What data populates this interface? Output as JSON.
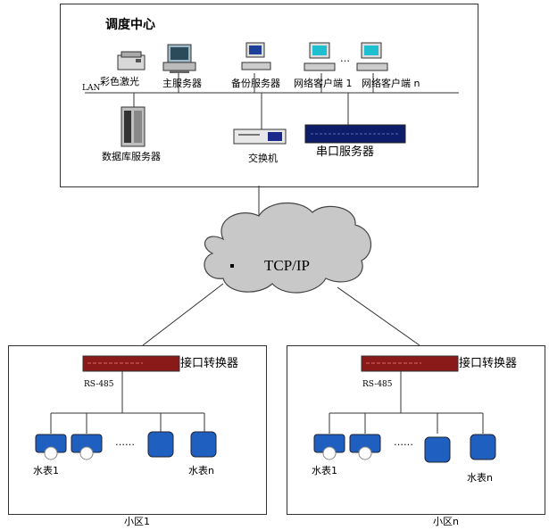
{
  "dispatch_center": {
    "title": "调度中心",
    "lan_label": "LAN",
    "color_laser": "彩色激光",
    "main_server": "主服务器",
    "backup_server": "备份服务器",
    "client_1": "网络客户端 1",
    "client_n": "网络客户端 n",
    "client_dots": "…",
    "database_server": "数据库服务器",
    "switch": "交换机",
    "serial_server": "串口服务器"
  },
  "network": {
    "label": "TCP/IP"
  },
  "districts": [
    {
      "name": "小区1",
      "converter_label": "接口转换器",
      "bus_label": "RS-485",
      "meter_first": "水表1",
      "meter_last": "水表n",
      "dots": "……"
    },
    {
      "name": "小区n",
      "converter_label": "接口转换器",
      "bus_label": "RS-485",
      "meter_first": "水表1",
      "meter_last": "水表n",
      "dots": "……"
    }
  ]
}
